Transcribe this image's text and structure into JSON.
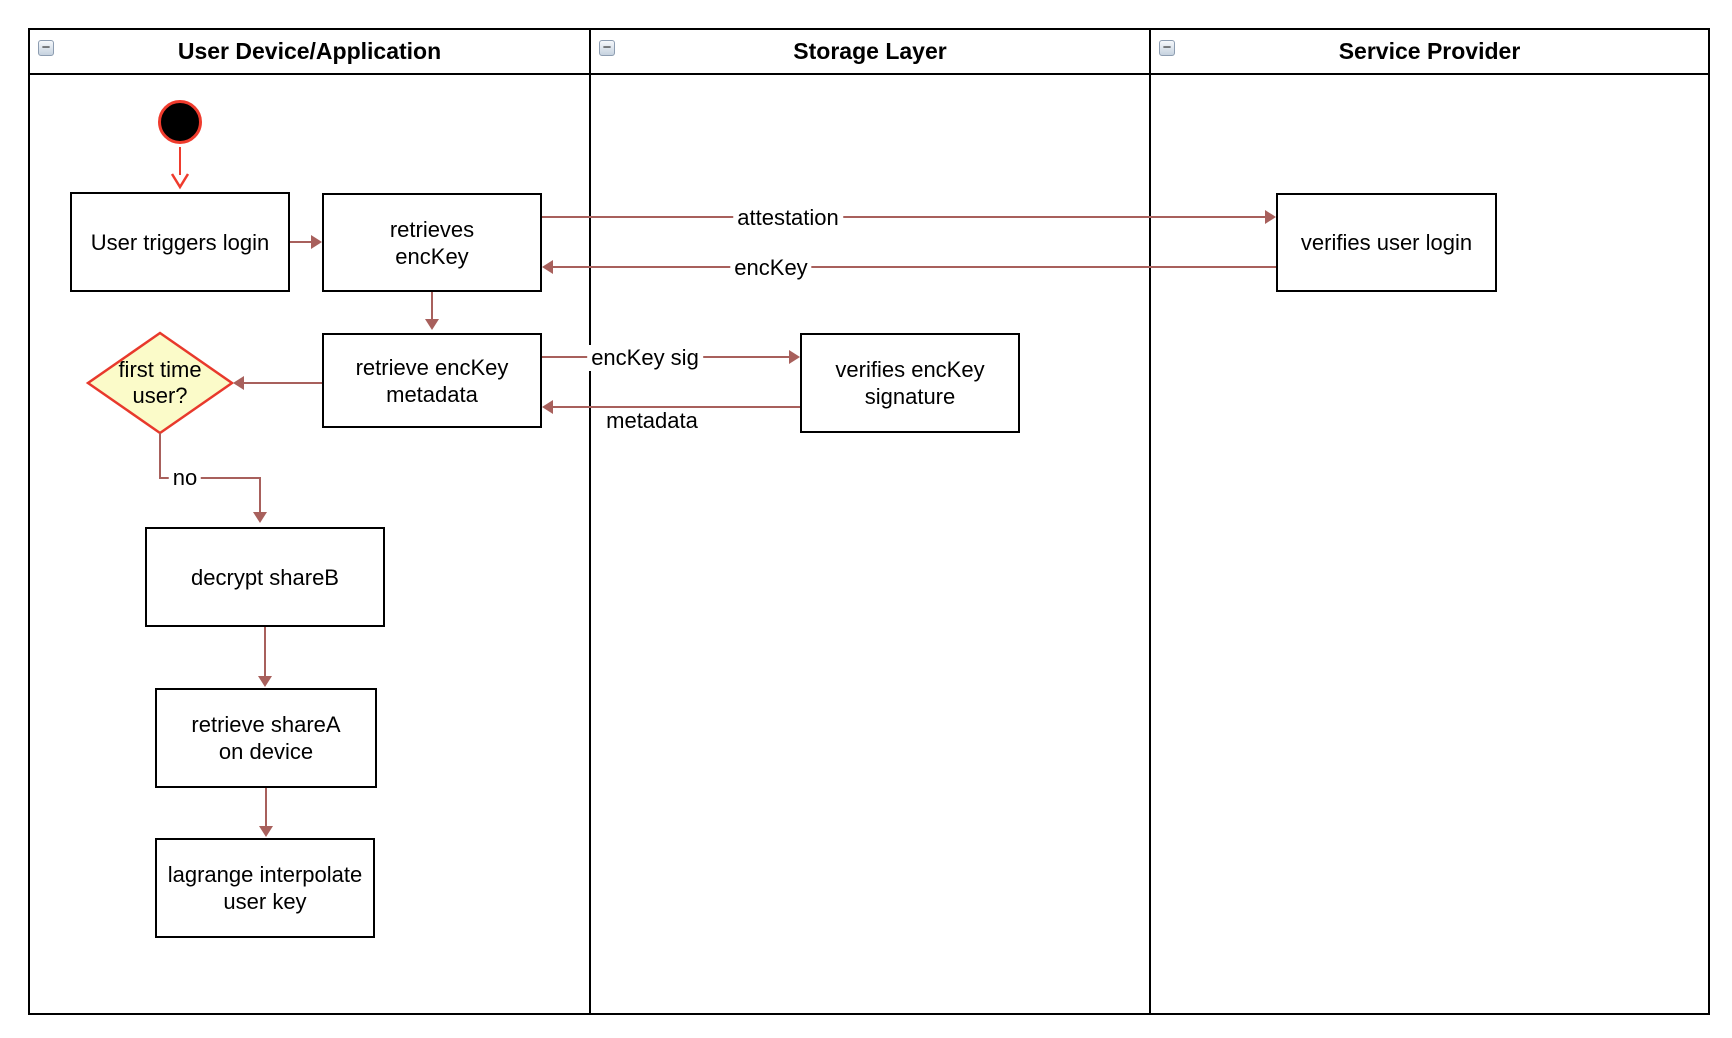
{
  "diagram_type": "uml-activity-swimlane",
  "lanes": [
    {
      "title": "User Device/Application"
    },
    {
      "title": "Storage Layer"
    },
    {
      "title": "Service Provider"
    }
  ],
  "icons": {
    "lane_collapse_glyph": "−",
    "lane_collapse_name": "minus-icon"
  },
  "nodes": {
    "user_triggers_login": "User triggers login",
    "retrieves_enckey": "retrieves\nencKey",
    "retrieve_enckey_metadata": "retrieve encKey\nmetadata",
    "verifies_enckey_signature": "verifies encKey\nsignature",
    "verifies_user_login": "verifies user login",
    "first_time_user": "first time\nuser?",
    "decrypt_shareb": "decrypt shareB",
    "retrieve_sharea": "retrieve shareA\non device",
    "lagrange_interpolate": "lagrange interpolate\nuser key"
  },
  "edge_labels": {
    "attestation": "attestation",
    "enckey": "encKey",
    "enckey_sig": "encKey sig",
    "metadata": "metadata",
    "no": "no"
  },
  "colors": {
    "edge": "#A8605C",
    "start": "#EF3B2D",
    "diamond_fill": "#FBFBC9",
    "diamond_stroke": "#E8392C",
    "shape_border": "#000000"
  }
}
